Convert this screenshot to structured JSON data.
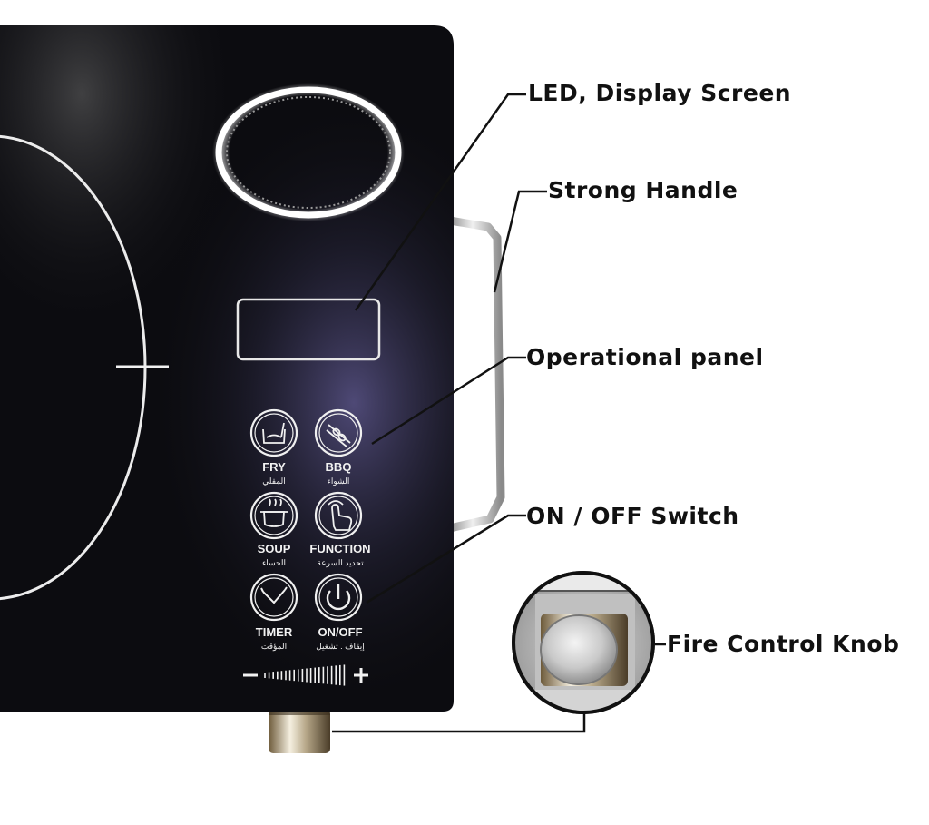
{
  "callouts": {
    "led": "LED, Display Screen",
    "handle": "Strong Handle",
    "panel": "Operational panel",
    "switch": "ON / OFF Switch",
    "knob": "Fire Control Knob"
  },
  "buttons": {
    "fry": {
      "en": "FRY",
      "ar": "المقلي",
      "icon": "fry-pot-icon"
    },
    "bbq": {
      "en": "BBQ",
      "ar": "الشواء",
      "icon": "bbq-skewer-icon"
    },
    "soup": {
      "en": "SOUP",
      "ar": "الحساء",
      "icon": "soup-pot-icon"
    },
    "function": {
      "en": "FUNCTION",
      "ar": "تحديد السرعة",
      "icon": "touch-hand-icon"
    },
    "timer": {
      "en": "TIMER",
      "ar": "المؤقت",
      "icon": "timer-check-icon"
    },
    "onoff": {
      "en": "ON/OFF",
      "ar": "إيقاف . تشغيل",
      "icon": "power-icon"
    }
  },
  "slider": {
    "minus": "−",
    "plus": "+"
  },
  "colors": {
    "panel": "#0d0d12",
    "panel_sheen": "#4a4470",
    "callout_text": "#111111",
    "lines": "#111111"
  }
}
